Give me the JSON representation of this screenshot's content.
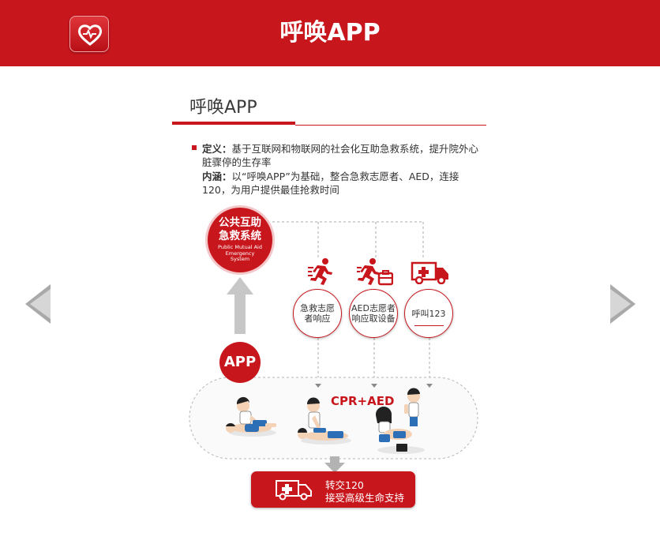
{
  "header": {
    "title": "呼唤APP",
    "logo_icon": "heart-pulse-icon",
    "brand_color": "#c8161d"
  },
  "nav": {
    "prev_icon": "arrow-left-icon",
    "next_icon": "arrow-right-icon"
  },
  "slide": {
    "title": "呼唤APP",
    "definition_label": "定义：",
    "definition_text": "基于互联网和物联网的社会化互助急救系统，提升院外心脏骤停的生存率",
    "connotation_label": "内涵：",
    "connotation_text": "以“呼唤APP”为基础，整合急救志愿者、AED，连接120，为用户提供最佳抢救时间"
  },
  "diagram": {
    "system_zh_line1": "公共互助",
    "system_zh_line2": "急救系统",
    "system_en_line1": "Public Mutual Aid",
    "system_en_line2": "Emergency",
    "system_en_line3": "System",
    "app_label": "APP",
    "responders": [
      {
        "label_line1": "急救志愿",
        "label_line2": "者响应",
        "icon": "running-person-icon"
      },
      {
        "label_line1": "AED志愿者",
        "label_line2": "响应取设备",
        "icon": "running-with-case-icon"
      },
      {
        "label_line1": "呼叫123",
        "label_line2": "",
        "icon": "ambulance-icon"
      }
    ],
    "cpr_label": "CPR+AED",
    "handover_line1": "转交120",
    "handover_line2": "接受高级生命支持"
  }
}
